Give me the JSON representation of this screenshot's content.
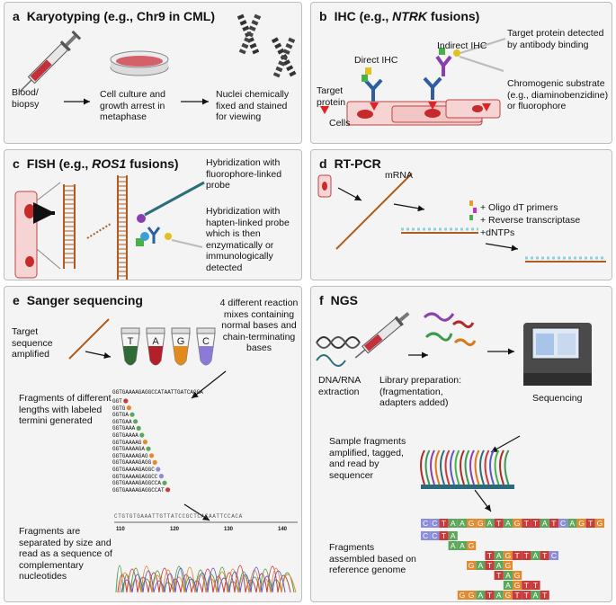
{
  "panel_a": {
    "letter": "a",
    "title": "Karyotyping (e.g., Chr9 in CML)",
    "blood": "Blood/ biopsy",
    "culture": "Cell culture and growth arrest in metaphase",
    "nuclei": "Nuclei chemically fixed and stained for viewing"
  },
  "panel_b": {
    "letter": "b",
    "title_prefix": "IHC (e.g., ",
    "title_gene": "NTRK",
    "title_suffix": " fusions)",
    "direct": "Direct IHC",
    "indirect": "Indirect IHC",
    "target_detected": "Target protein detected by antibody binding",
    "target_protein": "Target protein",
    "cells": "Cells",
    "chromogenic": "Chromogenic substrate (e.g., diaminobenzidine) or fluorophore"
  },
  "panel_c": {
    "letter": "c",
    "title_prefix": "FISH (e.g., ",
    "title_gene": "ROS1",
    "title_suffix": " fusions)",
    "hyb_fluor": "Hybridization with fluorophore-linked probe",
    "hyb_hapten": "Hybridization with hapten-linked probe which is then enzymatically or immunologically detected"
  },
  "panel_d": {
    "letter": "d",
    "title": "RT-PCR",
    "mrna": "mRNA",
    "oligo": "+ Oligo dT primers",
    "rt": "+ Reverse transcriptase",
    "dntp": "+dNTPs"
  },
  "panel_e": {
    "letter": "e",
    "title": "Sanger sequencing",
    "target": "Target sequence amplified",
    "mixes": "4 different reaction mixes containing normal bases and chain-terminating bases",
    "tubes": [
      "T",
      "A",
      "G",
      "C"
    ],
    "fragments": "Fragments of different lengths with labeled termini generated",
    "full_seq": "GGTGAAAAGAGGCCATAATTGATCAGGA",
    "frags": [
      "GGT",
      "GGTG",
      "GGTGA",
      "GGTGAA",
      "GGTGAAA",
      "GGTGAAAA",
      "GGTGAAAAG",
      "GGTGAAAAGA",
      "GGTGAAAAGAG",
      "GGTGAAAAGAGG",
      "GGTGAAAAGAGGC",
      "GGTGAAAAGAGGCC",
      "GGTGAAAAGAGGCCA",
      "GGTGAAAAGAGGCCAT"
    ],
    "separated": "Fragments are separated by size and read as a sequence of complementary nucleotides",
    "chrom_seq": "CTGTGTGAAATTGTTATCCGCTCACAATTCCACA",
    "ticks": [
      "110",
      "120",
      "130",
      "140"
    ]
  },
  "panel_f": {
    "letter": "f",
    "title": "NGS",
    "dna": "DNA/RNA extraction",
    "library": "Library preparation: (fragmentation, adapters added)",
    "sequencing": "Sequencing",
    "sample": "Sample fragments amplified, tagged, and read by sequencer",
    "assembled": "Fragments assembled based on reference genome",
    "reference": "CCTAAGGATAGTTATCAGTG",
    "reads": [
      "CCTA",
      "AAG",
      "TAGTTATC",
      "GATAG",
      "TAG",
      "AGTT",
      "GGATAGTTAT"
    ]
  },
  "colors": {
    "A": "#5da75d",
    "C": "#8c8cdc",
    "G": "#e38a2e",
    "T": "#c93a3a",
    "dark_T": "#2f6b37",
    "dark_A": "#b3202a",
    "dark_G": "#e28a1e",
    "dark_C": "#8d7ad8"
  }
}
